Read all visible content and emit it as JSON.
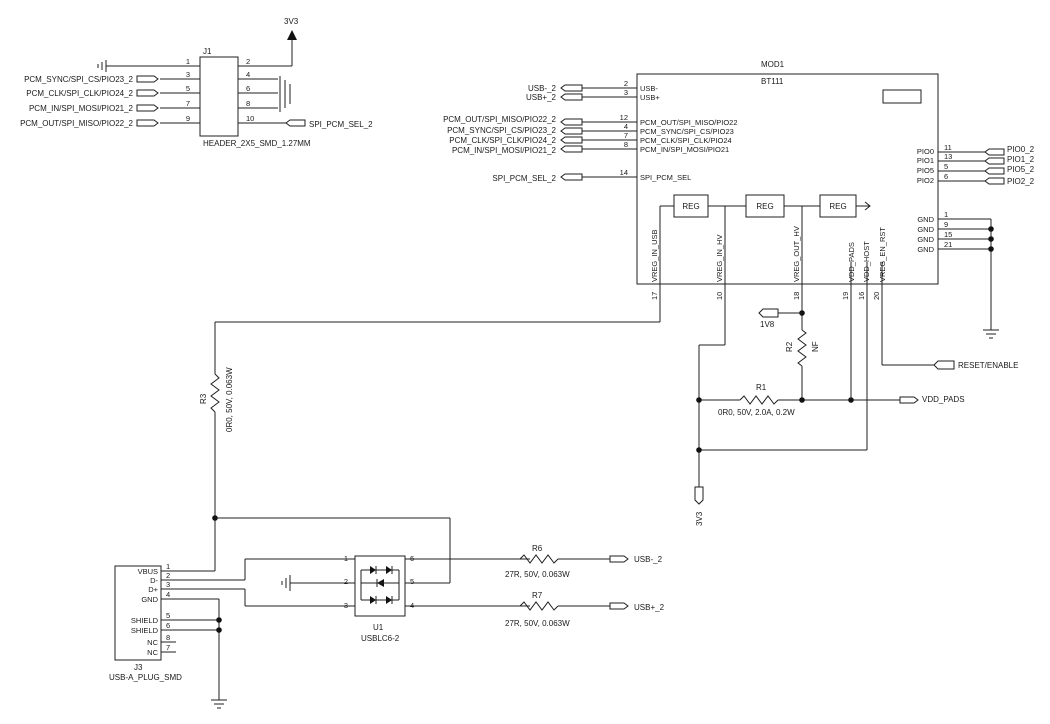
{
  "j1": {
    "ref": "J1",
    "part": "HEADER_2X5_SMD_1.27MM",
    "pins": [
      "1",
      "2",
      "3",
      "4",
      "5",
      "6",
      "7",
      "8",
      "9",
      "10"
    ],
    "nets_left": [
      "PCM_SYNC/SPI_CS/PIO23_2",
      "PCM_CLK/SPI_CLK/PIO24_2",
      "PCM_IN/SPI_MOSI/PIO21_2",
      "PCM_OUT/SPI_MISO/PIO22_2"
    ],
    "net_right": "SPI_PCM_SEL_2",
    "power": "3V3"
  },
  "mod1": {
    "ref": "MOD1",
    "part": "BT111",
    "left_pins": [
      {
        "num": "2",
        "name": "USB-",
        "net": "USB-_2"
      },
      {
        "num": "3",
        "name": "USB+",
        "net": "USB+_2"
      },
      {
        "num": "12",
        "name": "PCM_OUT/SPI_MISO/PIO22",
        "net": "PCM_OUT/SPI_MISO/PIO22_2"
      },
      {
        "num": "4",
        "name": "PCM_SYNC/SPI_CS/PIO23",
        "net": "PCM_SYNC/SPI_CS/PIO23_2"
      },
      {
        "num": "7",
        "name": "PCM_CLK/SPI_CLK/PIO24",
        "net": "PCM_CLK/SPI_CLK/PIO24_2"
      },
      {
        "num": "8",
        "name": "PCM_IN/SPI_MOSI/PIO21",
        "net": "PCM_IN/SPI_MOSI/PIO21_2"
      },
      {
        "num": "14",
        "name": "SPI_PCM_SEL",
        "net": "SPI_PCM_SEL_2"
      }
    ],
    "right_pins": [
      {
        "num": "11",
        "name": "PIO0",
        "net": "PIO0_2"
      },
      {
        "num": "13",
        "name": "PIO1",
        "net": "PIO1_2"
      },
      {
        "num": "5",
        "name": "PIO5",
        "net": "PIO5_2"
      },
      {
        "num": "6",
        "name": "PIO2",
        "net": "PIO2_2"
      }
    ],
    "gnd_pins": [
      {
        "num": "1",
        "name": "GND"
      },
      {
        "num": "9",
        "name": "GND"
      },
      {
        "num": "15",
        "name": "GND"
      },
      {
        "num": "21",
        "name": "GND"
      }
    ],
    "bottom_pins": [
      {
        "num": "17",
        "name": "VREG_IN_USB"
      },
      {
        "num": "10",
        "name": "VREG_IN_HV"
      },
      {
        "num": "18",
        "name": "VREG_OUT_HV"
      },
      {
        "num": "19",
        "name": "VDD_PADS"
      },
      {
        "num": "16",
        "name": "VDD_HOST"
      },
      {
        "num": "20",
        "name": "VREG_EN_RST"
      }
    ],
    "reg_label": "REG"
  },
  "r1": {
    "ref": "R1",
    "value": "0R0, 50V, 2.0A, 0.2W"
  },
  "r2": {
    "ref": "R2",
    "value": "NF"
  },
  "r3": {
    "ref": "R3",
    "value": "0R0, 50V, 0.063W"
  },
  "r6": {
    "ref": "R6",
    "value": "27R, 50V, 0.063W"
  },
  "r7": {
    "ref": "R7",
    "value": "27R, 50V, 0.063W"
  },
  "u1": {
    "ref": "U1",
    "part": "USBLC6-2",
    "pins": [
      "1",
      "2",
      "3",
      "4",
      "5",
      "6"
    ]
  },
  "j3": {
    "ref": "J3",
    "part": "USB-A_PLUG_SMD",
    "pins": [
      {
        "num": "1",
        "name": "VBUS"
      },
      {
        "num": "2",
        "name": "D-"
      },
      {
        "num": "3",
        "name": "D+"
      },
      {
        "num": "4",
        "name": "GND"
      },
      {
        "num": "5",
        "name": "SHIELD"
      },
      {
        "num": "6",
        "name": "SHIELD"
      },
      {
        "num": "8",
        "name": "NC"
      },
      {
        "num": "7",
        "name": "NC"
      }
    ]
  },
  "nets": {
    "v1v8": "1V8",
    "v3v3": "3V3",
    "reset": "RESET/ENABLE",
    "vdd_pads": "VDD_PADS",
    "usbm": "USB-_2",
    "usbp": "USB+_2"
  }
}
